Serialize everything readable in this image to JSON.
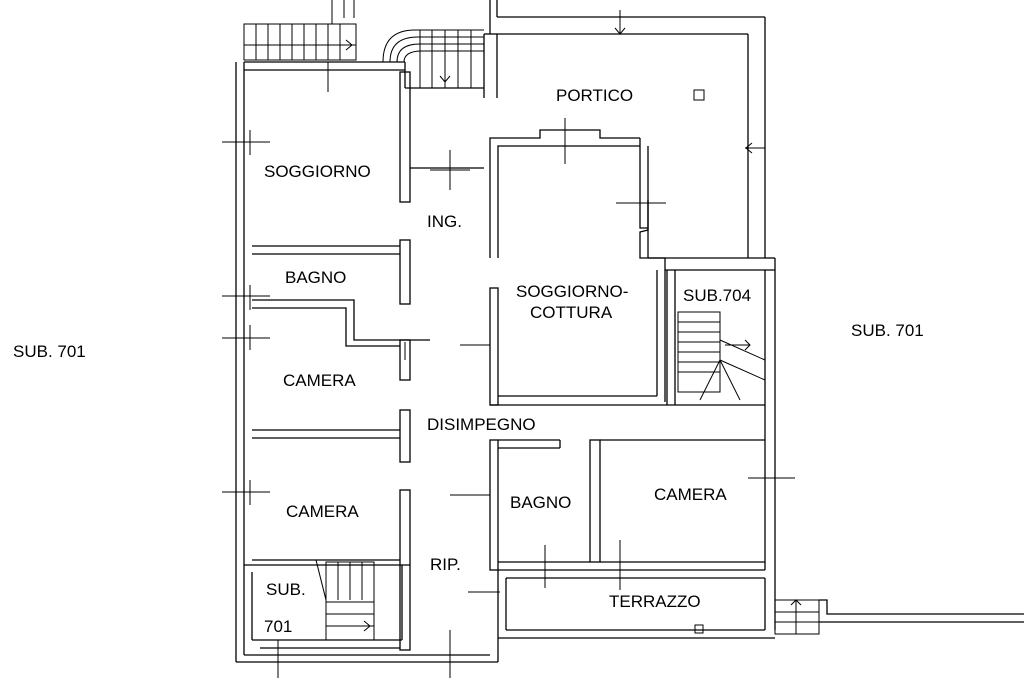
{
  "rooms": {
    "portico": "PORTICO",
    "soggiorno": "SOGGIORNO",
    "ingresso": "ING.",
    "bagno_top": "BAGNO",
    "soggiorno_cottura_1": "SOGGIORNO-",
    "soggiorno_cottura_2": "COTTURA",
    "sub704": "SUB.704",
    "camera_left_mid": "CAMERA",
    "disimpegno": "DISIMPEGNO",
    "camera_left_bottom": "CAMERA",
    "bagno_bottom": "BAGNO",
    "camera_right": "CAMERA",
    "ripostiglio": "RIP.",
    "terrazzo": "TERRAZZO",
    "sub701_stair_1": "SUB.",
    "sub701_stair_2": "701"
  },
  "outside": {
    "left": "SUB. 701",
    "right": "SUB. 701"
  }
}
